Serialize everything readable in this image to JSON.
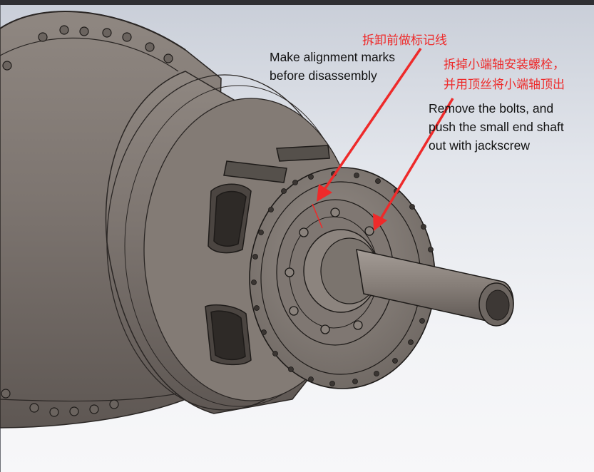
{
  "annotations": {
    "marks_zh": "拆卸前做标记线",
    "marks_en_line1": "Make alignment marks",
    "marks_en_line2": "before disassembly",
    "bolts_zh_line1": "拆掉小端轴安装螺栓，",
    "bolts_zh_line2": "并用顶丝将小端轴顶出",
    "bolts_en_line1": "Remove the bolts, and",
    "bolts_en_line2": "push the small end shaft",
    "bolts_en_line3": "out with jackscrew"
  },
  "colors": {
    "annotation_red": "#ee2a2a",
    "metal_body": "#7d7570",
    "background": "#eceef2"
  }
}
